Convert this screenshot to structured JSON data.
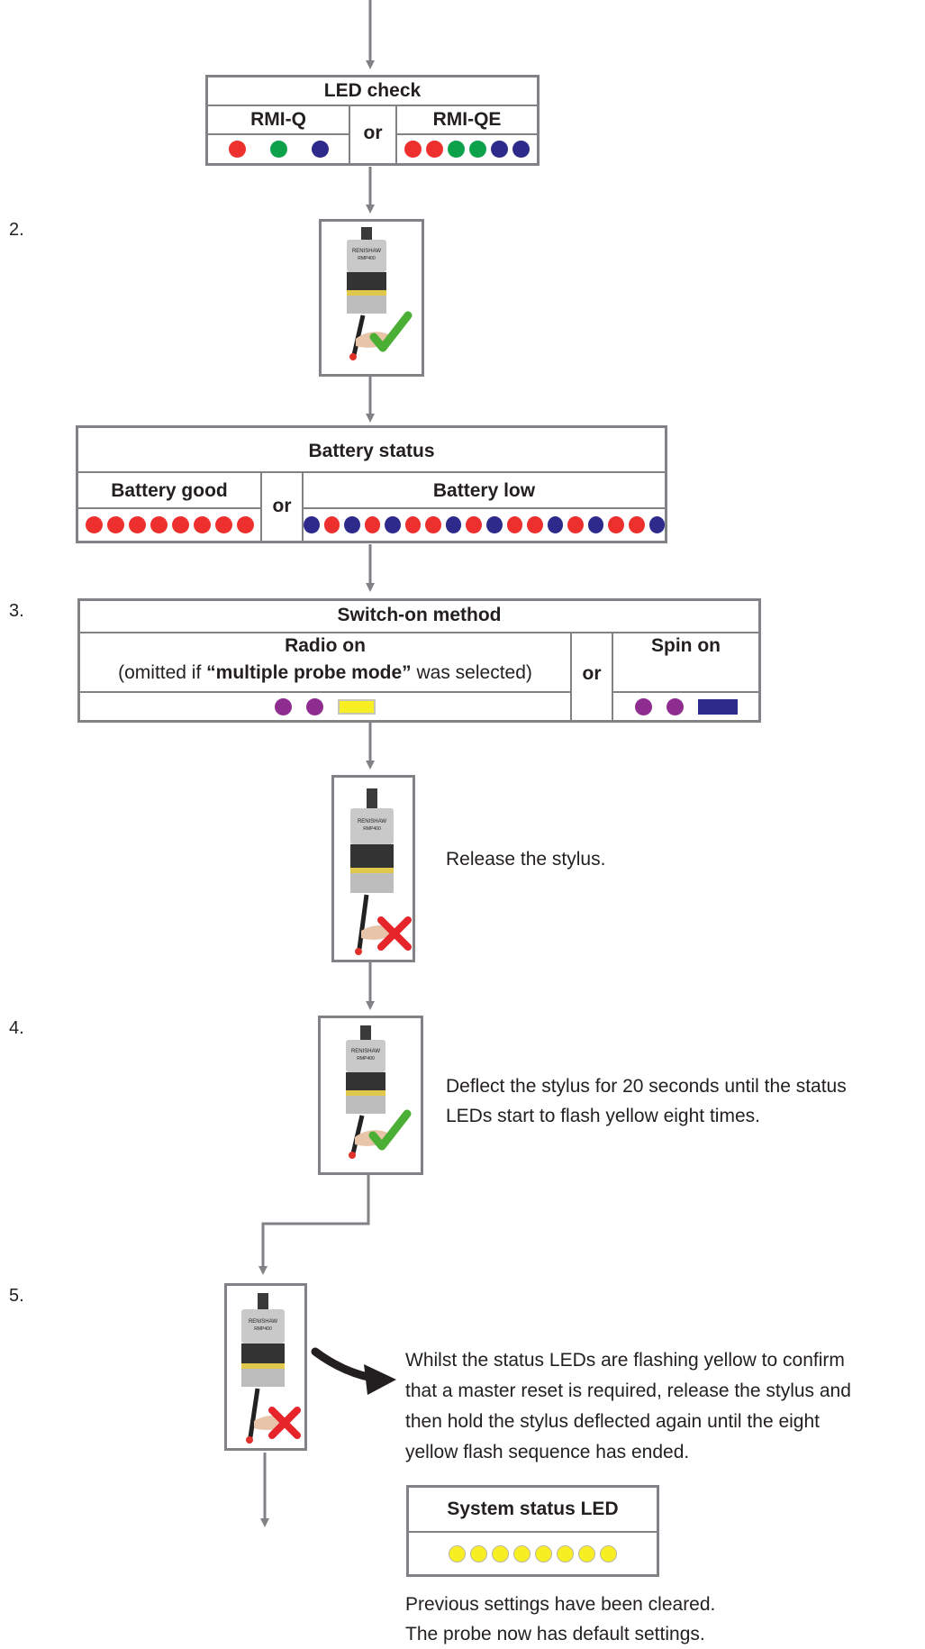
{
  "steps": [
    "2.",
    "3.",
    "4.",
    "5."
  ],
  "led_check": {
    "title": "LED check",
    "left_label": "RMI-Q",
    "or": "or",
    "right_label": "RMI-QE",
    "left_dots": [
      "red",
      "green",
      "blue"
    ],
    "right_dots": [
      "red",
      "red",
      "green",
      "green",
      "blue",
      "blue"
    ]
  },
  "battery": {
    "title": "Battery status",
    "good_label": "Battery good",
    "or": "or",
    "low_label": "Battery low",
    "good_dots": [
      "red",
      "red",
      "red",
      "red",
      "red",
      "red",
      "red",
      "red"
    ],
    "low_dots": [
      "blue",
      "red",
      "blue",
      "red",
      "blue",
      "red",
      "red",
      "blue",
      "red",
      "blue",
      "red",
      "red",
      "blue",
      "red",
      "blue",
      "red",
      "red",
      "blue"
    ]
  },
  "switch_on": {
    "title": "Switch-on method",
    "radio_label": "Radio on",
    "radio_note_pre": "(omitted if ",
    "radio_note_bold": "“multiple probe mode”",
    "radio_note_post": " was selected)",
    "or": "or",
    "spin_label": "Spin on"
  },
  "instructions": {
    "release": "Release the stylus.",
    "deflect_1": "Deflect the stylus for 20 seconds until the status",
    "deflect_2": "LEDs start to flash yellow eight times.",
    "whilst_1": "Whilst the status LEDs are flashing yellow to confirm",
    "whilst_2": "that a master reset is required, release the stylus and",
    "whilst_3": "then hold the stylus deflected again until the eight",
    "whilst_4": "yellow flash sequence has ended.",
    "cleared_1": "Previous settings have been cleared.",
    "cleared_2": "The probe now has default settings."
  },
  "system_status": {
    "title": "System status LED",
    "dots": [
      "yellow",
      "yellow",
      "yellow",
      "yellow",
      "yellow",
      "yellow",
      "yellow",
      "yellow"
    ]
  },
  "probe": {
    "brand": "RENISHAW",
    "model": "RMP400"
  },
  "colors": {
    "line": "#808285",
    "check": "#4caf35",
    "cross": "#e5252a"
  }
}
